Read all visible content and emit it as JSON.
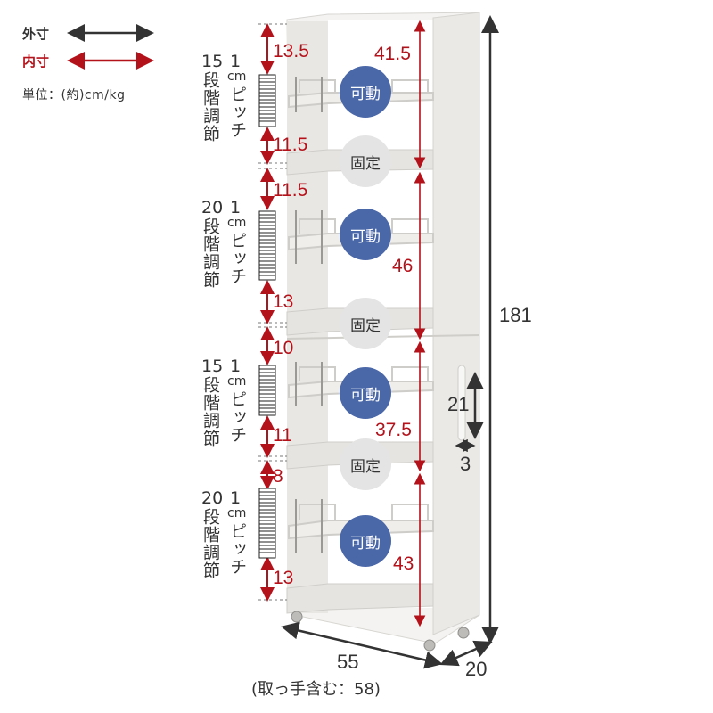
{
  "legend": {
    "outer_label": "外寸",
    "inner_label": "内寸",
    "unit": "単位：(約)cm/kg",
    "outer_color": "#333333",
    "inner_color": "#b3121b"
  },
  "adjust_groups": [
    {
      "steps": "15",
      "steps_label": "段階調節",
      "pitch_num": "1",
      "pitch_unit": "cm",
      "pitch_label": "ピッチ",
      "top_gap": "13.5",
      "bottom_gap": "11.5"
    },
    {
      "steps": "20",
      "steps_label": "段階調節",
      "pitch_num": "1",
      "pitch_unit": "cm",
      "pitch_label": "ピッチ",
      "top_gap": "11.5",
      "bottom_gap": "13"
    },
    {
      "steps": "15",
      "steps_label": "段階調節",
      "pitch_num": "1",
      "pitch_unit": "cm",
      "pitch_label": "ピッチ",
      "top_gap": "10",
      "bottom_gap": "11"
    },
    {
      "steps": "20",
      "steps_label": "段階調節",
      "pitch_num": "1",
      "pitch_unit": "cm",
      "pitch_label": "ピッチ",
      "top_gap": "8",
      "bottom_gap": "13"
    }
  ],
  "inner_heights": [
    "41.5",
    "46",
    "37.5",
    "43"
  ],
  "badges": {
    "movable": "可動",
    "fixed": "固定",
    "movable_color": "#4a67a8",
    "fixed_color": "#e4e4e4"
  },
  "outer_dims": {
    "height": "181",
    "width": "55",
    "depth": "20",
    "width_note": "(取っ手含む：58)"
  },
  "handle": {
    "height": "21",
    "depth": "3"
  }
}
